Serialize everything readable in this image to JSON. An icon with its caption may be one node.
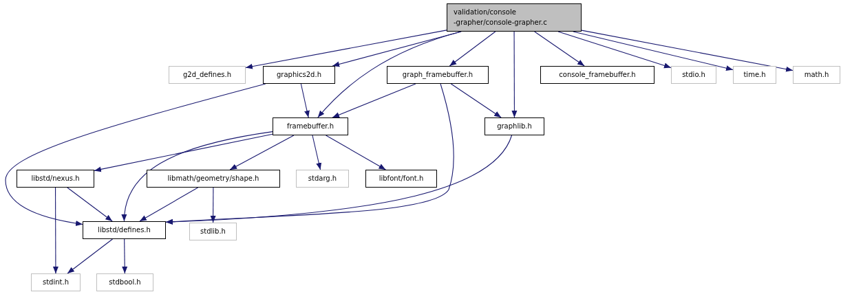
{
  "diagram": {
    "nodes": [
      {
        "text": [
          "validation/console -grapher/console-grapher.c"
        ]
      },
      {
        "text": [
          "g2d_defines.h"
        ]
      },
      {
        "text": [
          "graphics2d.h"
        ]
      },
      {
        "text": [
          "graph_framebuffer.h"
        ]
      },
      {
        "text": [
          "console_framebuffer.h"
        ]
      },
      {
        "text": [
          "stdio.h"
        ]
      },
      {
        "text": [
          "time.h"
        ]
      },
      {
        "text": [
          "math.h"
        ]
      },
      {
        "text": [
          "framebuffer.h"
        ]
      },
      {
        "text": [
          "graphlib.h"
        ]
      },
      {
        "text": [
          "libstd/nexus.h"
        ]
      },
      {
        "text": [
          "libmath/geometry/shape.h"
        ]
      },
      {
        "text": [
          "stdarg.h"
        ]
      },
      {
        "text": [
          "libfont/font.h"
        ]
      },
      {
        "text": [
          "libstd/defines.h"
        ]
      },
      {
        "text": [
          "stdlib.h"
        ]
      },
      {
        "text": [
          "stdint.h"
        ]
      },
      {
        "text": [
          "stdbool.h"
        ]
      }
    ],
    "edges": [
      {
        "from": 0,
        "to": 1,
        "arrow": "to"
      },
      {
        "from": 0,
        "to": 2,
        "arrow": "to"
      },
      {
        "from": 0,
        "to": 8,
        "arrow": "to"
      },
      {
        "from": 0,
        "to": 3,
        "arrow": "to"
      },
      {
        "from": 0,
        "to": 9,
        "arrow": "to"
      },
      {
        "from": 0,
        "to": 4,
        "arrow": "to"
      },
      {
        "from": 0,
        "to": 5,
        "arrow": "to"
      },
      {
        "from": 0,
        "to": 6,
        "arrow": "to"
      },
      {
        "from": 0,
        "to": 7,
        "arrow": "to"
      },
      {
        "from": 2,
        "to": 8,
        "arrow": "to"
      },
      {
        "from": 2,
        "to": 14,
        "arrow": "to"
      },
      {
        "from": 3,
        "to": 8,
        "arrow": "to"
      },
      {
        "from": 3,
        "to": 9,
        "arrow": "to"
      },
      {
        "from": 3,
        "to": 14,
        "arrow": "to"
      },
      {
        "from": 9,
        "to": 14,
        "arrow": "to"
      },
      {
        "from": 8,
        "to": 10,
        "arrow": "to"
      },
      {
        "from": 8,
        "to": 14,
        "arrow": "to"
      },
      {
        "from": 8,
        "to": 11,
        "arrow": "to"
      },
      {
        "from": 8,
        "to": 12,
        "arrow": "to"
      },
      {
        "from": 8,
        "to": 13,
        "arrow": "to"
      },
      {
        "from": 10,
        "to": 16,
        "arrow": "to"
      },
      {
        "from": 10,
        "to": 14,
        "arrow": "to"
      },
      {
        "from": 11,
        "to": 14,
        "arrow": "to"
      },
      {
        "from": 11,
        "to": 15,
        "arrow": "to"
      },
      {
        "from": 14,
        "to": 16,
        "arrow": "to"
      },
      {
        "from": 14,
        "to": 17,
        "arrow": "to"
      }
    ]
  }
}
